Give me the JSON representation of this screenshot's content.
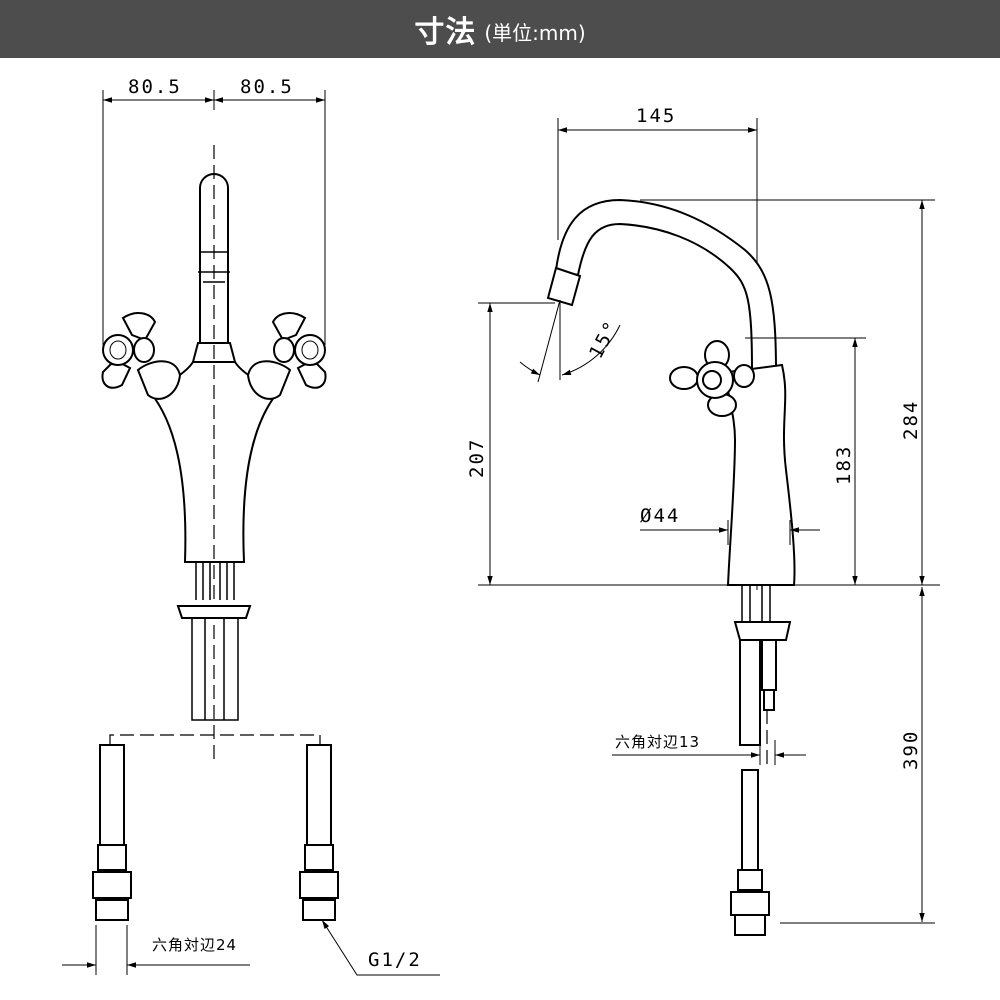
{
  "header": {
    "title": "寸法",
    "unit_note": "(単位:mm)",
    "background": "#4d4d4d"
  },
  "front_view": {
    "dim_left": "80.5",
    "dim_right": "80.5",
    "hex_label": "六角対辺24",
    "thread_label": "G1/2"
  },
  "side_view": {
    "dim_reach": "145",
    "dim_spout_height": "207",
    "dim_angle": "15°",
    "dim_handle_height": "183",
    "dim_total_height": "284",
    "dim_body_diameter": "Ø44",
    "dim_below_deck": "390",
    "hex_label": "六角対辺13"
  }
}
